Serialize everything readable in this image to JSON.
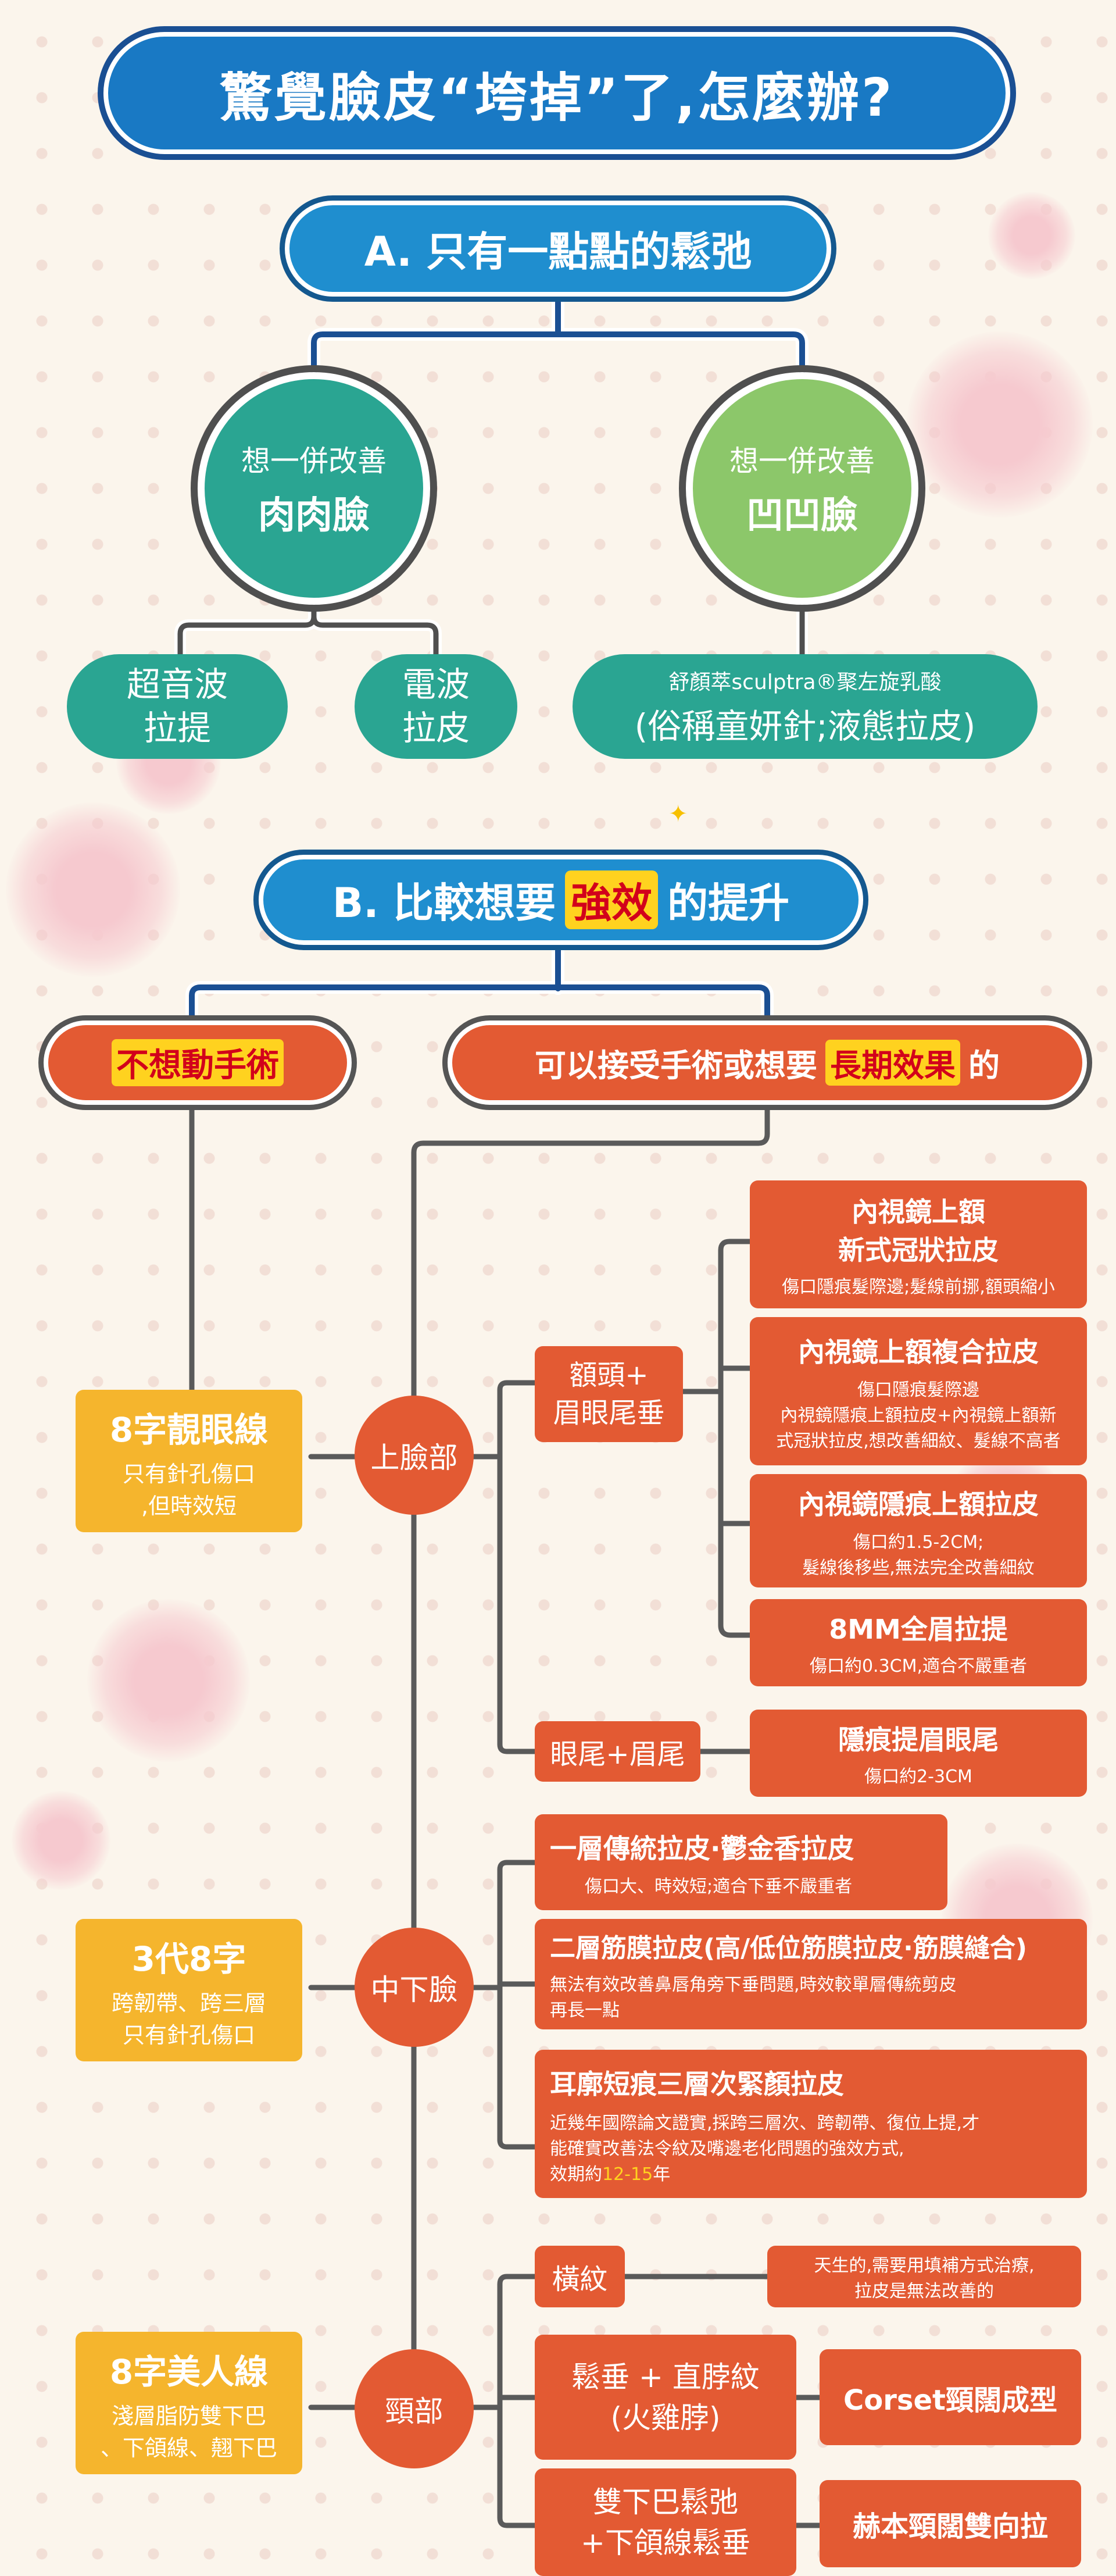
{
  "title": "驚覺臉皮“垮掉”了,怎麼辦?",
  "section_a": {
    "header": "A. 只有一點點的鬆弛",
    "circle_left": {
      "sub": "想一併改善",
      "main": "肉肉臉"
    },
    "circle_right": {
      "sub": "想一併改善",
      "main": "凹凹臉"
    },
    "pill_ultrasound": [
      "超音波",
      "拉提"
    ],
    "pill_rf": [
      "電波",
      "拉皮"
    ],
    "pill_sculptra": {
      "line1": "舒顏萃sculptra®聚左旋乳酸",
      "line2": "(俗稱童妍針;液態拉皮)"
    }
  },
  "section_b": {
    "header_pre": "B. 比較想要",
    "header_hl": "強效",
    "header_post": "的提升",
    "no_surgery": "不想動手術",
    "surgery_pre": "可以接受手術或想要",
    "surgery_hl": "長期效果",
    "surgery_post": "的"
  },
  "left_boxes": [
    {
      "title": "8字靚眼線",
      "lines": [
        "只有針孔傷口",
        ",但時效短"
      ]
    },
    {
      "title": "3代8字",
      "lines": [
        "跨韌帶、跨三層",
        "只有針孔傷口"
      ]
    },
    {
      "title": "8字美人線",
      "lines": [
        "淺層脂防雙下巴",
        "、下頜線、翹下巴"
      ]
    }
  ],
  "regions": {
    "upper": "上臉部",
    "mid": "中下臉",
    "neck": "頸部"
  },
  "upper": {
    "brow_label": [
      "額頭+",
      "眉眼尾垂"
    ],
    "eye_label": "眼尾+眉尾",
    "items": [
      {
        "title": [
          "內視鏡上額",
          "新式冠狀拉皮"
        ],
        "desc": [
          "傷口隱痕髮際邊;髮線前挪,額頭縮小"
        ]
      },
      {
        "title": [
          "內視鏡上額複合拉皮"
        ],
        "desc": [
          "傷口隱痕髮際邊",
          "內視鏡隱痕上額拉皮+內視鏡上額新",
          "式冠狀拉皮,想改善細紋、髮線不高者"
        ]
      },
      {
        "title": [
          "內視鏡隱痕上額拉皮"
        ],
        "desc": [
          "傷口約1.5-2CM;",
          "髮線後移些,無法完全改善細紋"
        ]
      },
      {
        "title": [
          "8MM全眉拉提"
        ],
        "desc": [
          "傷口約0.3CM,適合不嚴重者"
        ]
      },
      {
        "title": [
          "隱痕提眉眼尾"
        ],
        "desc": [
          "傷口約2-3CM"
        ]
      }
    ]
  },
  "mid": [
    {
      "title": "一層傳統拉皮·鬱金香拉皮",
      "desc": [
        "傷口大、時效短;適合下垂不嚴重者"
      ]
    },
    {
      "title": "二層筋膜拉皮(高/低位筋膜拉皮·筋膜縫合)",
      "desc": [
        "無法有效改善鼻唇角旁下垂問題,時效較單層傳統剪皮",
        "再長一點"
      ]
    },
    {
      "title": "耳廓短痕三層次緊顏拉皮",
      "desc": [
        "近幾年國際論文證實,採跨三層次、跨韌帶、復位上提,才",
        "能確實改善法令紋及嘴邊老化問題的強效方式,"
      ],
      "desc_pre": "效期約",
      "desc_hl": "12-15",
      "desc_post": "年"
    }
  ],
  "neck": {
    "wrinkle_label": "橫紋",
    "wrinkle_desc": [
      "天生的,需要用填補方式治療,",
      "拉皮是無法改善的"
    ],
    "sag_label": [
      "鬆垂 + 直脖紋",
      "(火雞脖)"
    ],
    "sag_result": "Corset頸闊成型",
    "chin_label": [
      "雙下巴鬆弛",
      "+下頜線鬆垂"
    ],
    "chin_result": "赫本頸闊雙向拉"
  },
  "colors": {
    "blue": "#1979c4",
    "teal": "#2aa592",
    "green": "#8cc76a",
    "orange": "#e35a33",
    "yellow": "#f5b52d",
    "line": "#5a5a5a"
  }
}
